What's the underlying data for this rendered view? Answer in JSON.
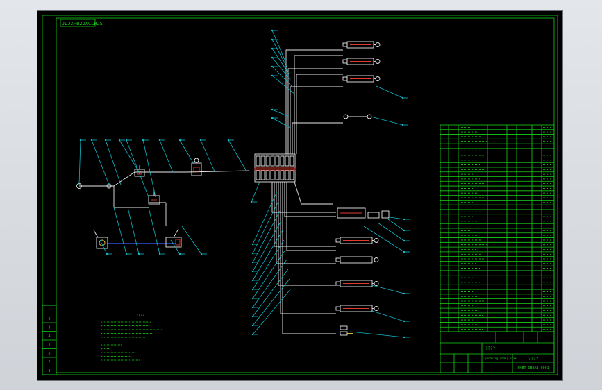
{
  "drawing": {
    "code_box_text": "JDJX-B2DXCLHJS",
    "notes_title": "????",
    "title_block": {
      "row1_center": "????",
      "row2_left": "[drawing code] xxxx",
      "row2_right": "????",
      "row3_right": "SHBT-CB0AB-0001"
    },
    "left_strip_labels": [
      "",
      "2",
      "3",
      "4",
      "5",
      "6",
      "7",
      "8"
    ],
    "bom_row_count": 44
  },
  "colors": {
    "frame": "#17d417",
    "leader": "#11b9c9",
    "pipe": "#e8e8e8",
    "hydraulic_line": "#3b5cff",
    "component_accent": "#e23b2c",
    "component_yellow": "#f0d23a",
    "background": "#000000"
  },
  "icons": {
    "cylinder": "hydraulic-cylinder-icon",
    "valve": "valve-icon",
    "manifold": "valve-manifold-icon",
    "pump": "pump-icon"
  }
}
